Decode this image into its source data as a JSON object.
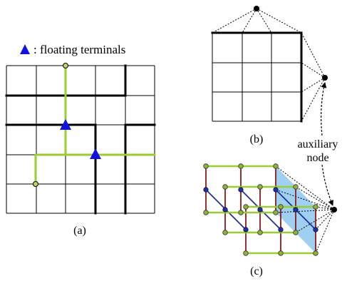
{
  "legend": {
    "marker_icon": "blue-triangle-icon",
    "text": ": floating terminals"
  },
  "captions": {
    "a": "(a)",
    "b": "(b)",
    "c": "(c)"
  },
  "annotation": {
    "line1": "auxiliary",
    "line2": "node"
  },
  "colors": {
    "grid": "#000000",
    "route": "#9acd32",
    "terminal": "#1010e0",
    "node_green": "#8db33a",
    "node_blue": "#1f2fa8",
    "edge_red": "#8b1a1a",
    "edge_blue": "#1f2fa8",
    "plane_fill": "#8ec8f0"
  }
}
